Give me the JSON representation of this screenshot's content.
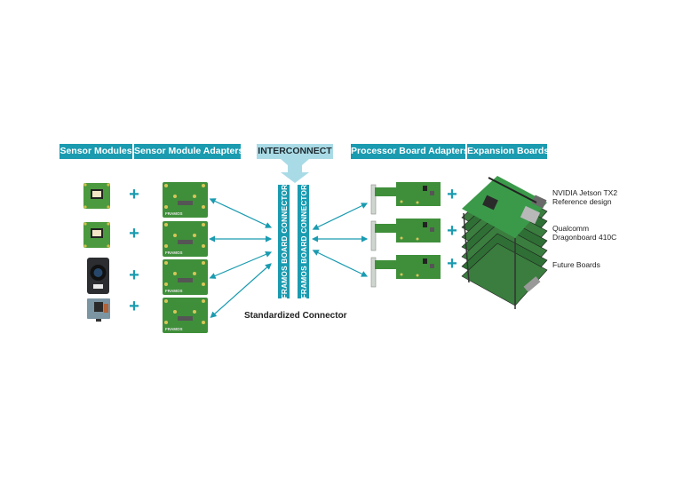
{
  "headers": {
    "sensor_modules": "Sensor Modules",
    "sensor_module_adapters": "Sensor Module Adapters",
    "interconnect": "INTERCONNECT",
    "processor_board_adapters": "Processor Board Adapters",
    "expansion_boards": "Expansion Boards"
  },
  "connectors": [
    "FRAMOS BOARD CONNECTOR",
    "FRAMOS BOARD CONNECTOR"
  ],
  "connector_caption": "Standardized Connector",
  "adapter_brand": "FRAMOS",
  "plus_symbol": "+",
  "expansion_labels": [
    {
      "line1": "NVIDIA Jetson TX2",
      "line2": "Reference design"
    },
    {
      "line1": "Qualcomm",
      "line2": "Dragonboard 410C"
    },
    {
      "line1": "Future Boards",
      "line2": ""
    }
  ],
  "colors": {
    "accent": "#1a9bb0",
    "interconnect_light": "#a9dbe6",
    "pcb_green": "#3f8f3a",
    "text": "#222222"
  }
}
